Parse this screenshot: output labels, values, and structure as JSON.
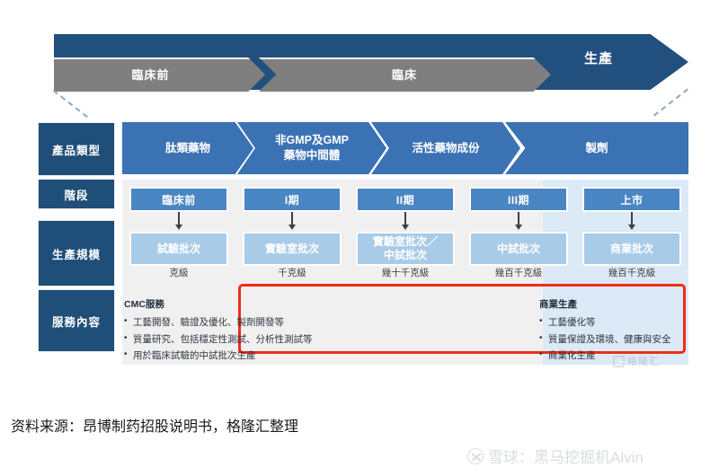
{
  "banner": {
    "production_label": "生產",
    "phases": [
      {
        "label": "臨床前"
      },
      {
        "label": "臨床"
      }
    ]
  },
  "sidebar": {
    "items": [
      {
        "label": "產品類型"
      },
      {
        "label": "階段"
      },
      {
        "label": "生產規模"
      },
      {
        "label": "服務內容"
      }
    ]
  },
  "product_types": [
    {
      "line1": "肽類藥物",
      "line2": ""
    },
    {
      "line1": "非GMP及GMP",
      "line2": "藥物中間體"
    },
    {
      "line1": "活性藥物成份",
      "line2": ""
    },
    {
      "line1": "製劑",
      "line2": ""
    }
  ],
  "columns": [
    {
      "stage": "臨床前",
      "scale_line1": "試驗批次",
      "scale_line2": "",
      "unit": "克級"
    },
    {
      "stage": "I期",
      "scale_line1": "實驗室批次",
      "scale_line2": "",
      "unit": "千克級"
    },
    {
      "stage": "II期",
      "scale_line1": "實驗室批次／",
      "scale_line2": "中試批次",
      "unit": "幾十千克級"
    },
    {
      "stage": "III期",
      "scale_line1": "中試批次",
      "scale_line2": "",
      "unit": "幾百千克級"
    },
    {
      "stage": "上市",
      "scale_line1": "商業批次",
      "scale_line2": "",
      "unit": "幾百千克級"
    }
  ],
  "services": {
    "left": {
      "title": "CMC服務",
      "items": [
        "工藝開發、驗證及優化、製劑開發等",
        "質量研究、包括穩定性測試、分析性測試等",
        "用於臨床試驗的中試批次生產"
      ]
    },
    "right": {
      "title": "商業生產",
      "items": [
        "工藝優化等",
        "質量保證及環境、健康與安全",
        "商業化生產"
      ]
    }
  },
  "watermarks": {
    "chart_logo": "格隆汇",
    "bottom": "雪球：黑马挖掘机Alvin"
  },
  "footer": {
    "source": "资料来源：昂博制药招股说明书，格隆汇整理"
  },
  "colors": {
    "navy": "#1f4e79",
    "banner_blue": "#21507f",
    "gray_arrow": "#7f7f7f",
    "chevron_blue": "#3b72b4",
    "stage_blue": "#4a85c4",
    "scale_blue": "#a8cbe8",
    "highlight_col": "#dce9f6",
    "grid_bg": "#f0f0f0",
    "red_outline": "#ee2d18"
  }
}
